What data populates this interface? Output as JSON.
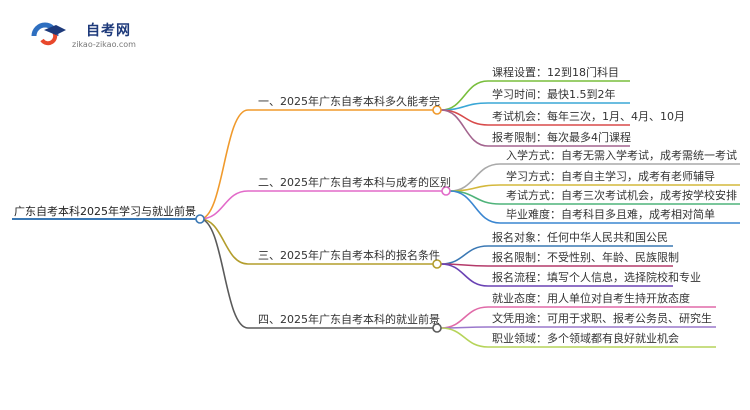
{
  "logo": {
    "title": "自考网",
    "url": "zikao-zikao.com"
  },
  "colors": {
    "root": "#3a78b4",
    "branches": [
      "#f09a2c",
      "#e26ac9",
      "#b39d2c",
      "#5a5a5a"
    ],
    "leaves": [
      [
        "#78be3c",
        "#3aa7d6",
        "#d84a4a",
        "#a3648e"
      ],
      [
        "#a9a9a9",
        "#d4b83c",
        "#4fb37a",
        "#3a86d1"
      ],
      [
        "#3a78b4",
        "#b43a6a",
        "#6a42b4"
      ],
      [
        "#e06aa8",
        "#9a78cc",
        "#b6d45a"
      ]
    ]
  },
  "mindmap": {
    "root": "广东自考本科2025年学习与就业前景",
    "branches": [
      {
        "label": "一、2025年广东自考本科多久能考完",
        "leaves": [
          "课程设置：12到18门科目",
          "学习时间：最快1.5到2年",
          "考试机会：每年三次，1月、4月、10月",
          "报考限制：每次最多4门课程"
        ]
      },
      {
        "label": "二、2025年广东自考本科与成考的区别",
        "leaves": [
          "入学方式：自考无需入学考试，成考需统一考试",
          "学习方式：自考自主学习，成考有老师辅导",
          "考试方式：自考三次考试机会，成考按学校安排",
          "毕业难度：自考科目多且难，成考相对简单"
        ]
      },
      {
        "label": "三、2025年广东自考本科的报名条件",
        "leaves": [
          "报名对象：任何中华人民共和国公民",
          "报名限制：不受性别、年龄、民族限制",
          "报名流程：填写个人信息，选择院校和专业"
        ]
      },
      {
        "label": "四、2025年广东自考本科的就业前景",
        "leaves": [
          "就业态度：用人单位对自考生持开放态度",
          "文凭用途：可用于求职、报考公务员、研究生",
          "职业领域：多个领域都有良好就业机会"
        ]
      }
    ]
  }
}
